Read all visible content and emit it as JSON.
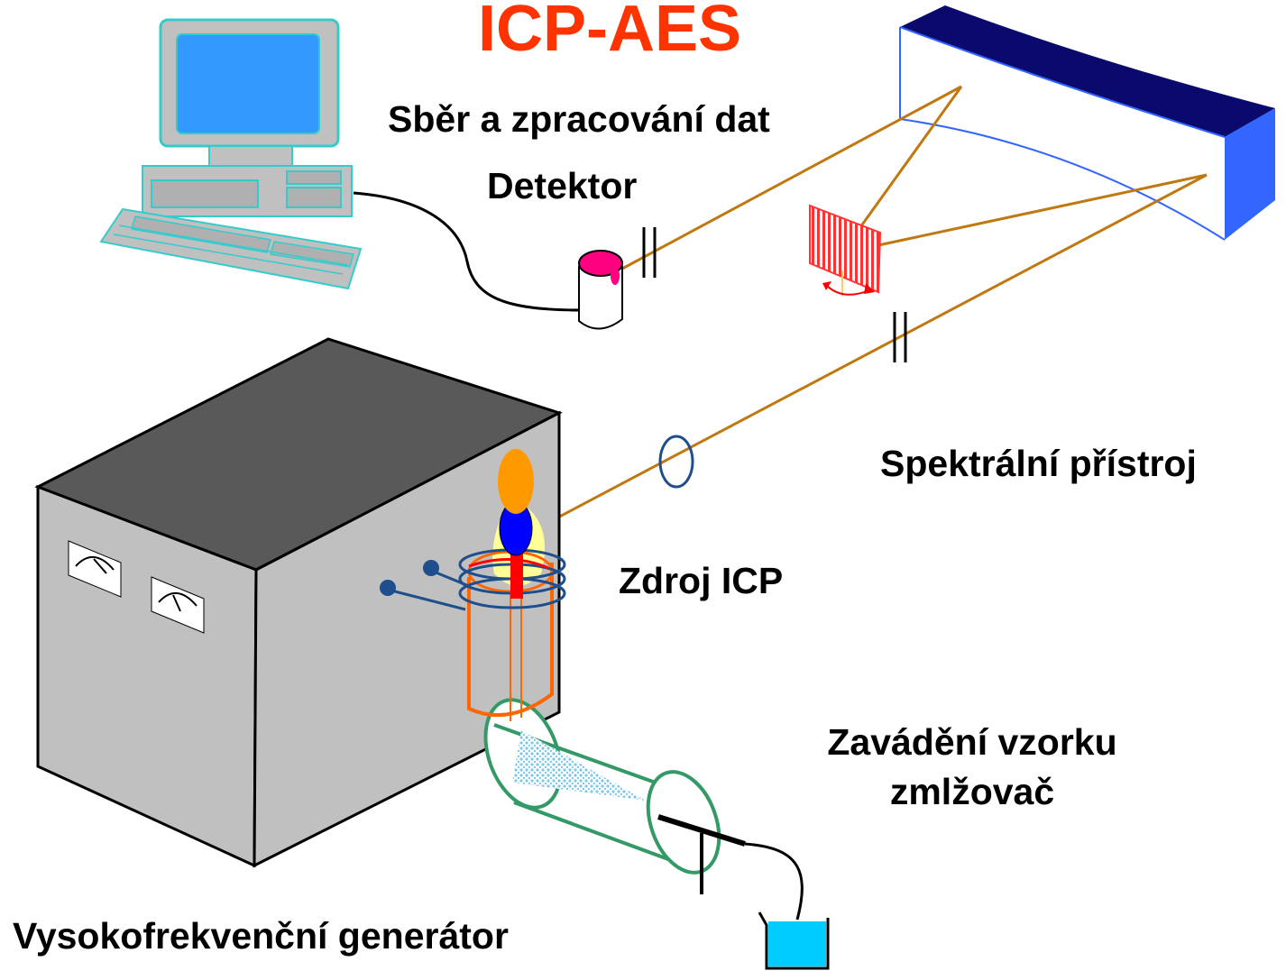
{
  "title": "ICP-AES",
  "labels": {
    "data_processing": "Sběr a zpracování dat",
    "detector": "Detektor",
    "spectrometer": "Spektrální přístroj",
    "icp_source": "Zdroj ICP",
    "sample_intro_line1": "Zavádění vzorku",
    "sample_intro_line2": "zmlžovač",
    "hf_generator": "Vysokofrekvenční generátor"
  },
  "colors": {
    "title": "#ff3300",
    "beam": "#c07810",
    "mirror_dark": "#0a0a6e",
    "mirror_light": "#3366ff",
    "grating": "#ff3333",
    "computer": "#33cccc",
    "nebulizer": "#339966",
    "torch": "#ff6600",
    "coil": "#1f4e8c"
  }
}
